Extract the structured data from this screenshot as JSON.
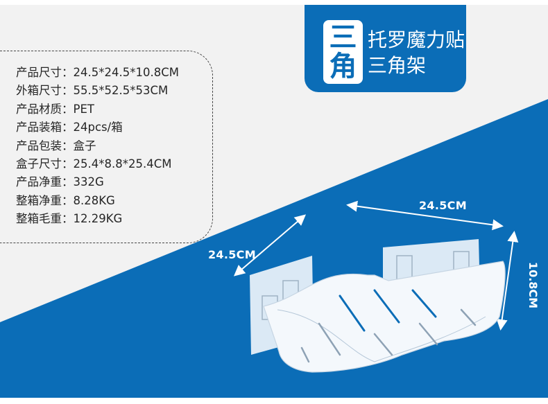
{
  "title_badge": {
    "icon_chars": [
      "三",
      "角"
    ],
    "line1": "托罗魔力贴",
    "line2": "三角架"
  },
  "specs": [
    {
      "label": "产品尺寸",
      "value": "24.5*24.5*10.8CM"
    },
    {
      "label": "外箱尺寸",
      "value": "55.5*52.5*53CM"
    },
    {
      "label": "产品材质",
      "value": "PET"
    },
    {
      "label": "产品装箱",
      "value": "24pcs/箱"
    },
    {
      "label": "产品包装",
      "value": "盒子"
    },
    {
      "label": "盒子尺寸",
      "value": "25.4*8.8*25.4CM"
    },
    {
      "label": "产品净重",
      "value": "332G"
    },
    {
      "label": "整箱净重",
      "value": "8.28KG"
    },
    {
      "label": "整箱毛重",
      "value": "12.29KG"
    }
  ],
  "dimensions": {
    "width": "24.5CM",
    "depth": "24.5CM",
    "height": "10.8CM"
  },
  "colors": {
    "brand_blue": "#0b6db7",
    "background": "#f2f2f2"
  }
}
